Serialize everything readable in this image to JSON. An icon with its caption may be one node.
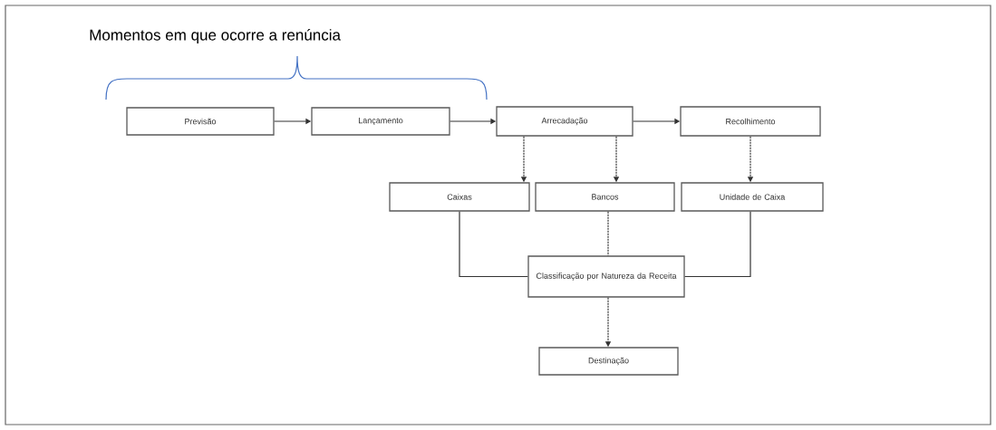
{
  "diagram": {
    "title": "Momentos em que ocorre a renúncia",
    "nodes": [
      {
        "text": [
          "Previsão"
        ]
      },
      {
        "text": [
          "Lançamento"
        ]
      },
      {
        "text": [
          "Arrecadação"
        ]
      },
      {
        "text": [
          "Recolhimento"
        ]
      },
      {
        "text": [
          "Caixas"
        ]
      },
      {
        "text": [
          "Bancos"
        ]
      },
      {
        "text": [
          "Unidade de Caixa"
        ]
      },
      {
        "text": [
          "Classificação por Natureza da Receita"
        ]
      },
      {
        "text": [
          "Destinação"
        ]
      }
    ],
    "edges": [
      {
        "from": 0,
        "to": 1,
        "arrow": "to"
      },
      {
        "from": 1,
        "to": 2,
        "arrow": "to"
      },
      {
        "from": 2,
        "to": 3,
        "arrow": "to"
      },
      {
        "from": 2,
        "to": 4,
        "arrow": "to",
        "style": "dashed"
      },
      {
        "from": 2,
        "to": 5,
        "arrow": "to",
        "style": "dashed"
      },
      {
        "from": 3,
        "to": 6,
        "arrow": "to",
        "style": "dashed"
      },
      {
        "from": 4,
        "to": 7,
        "arrow": "none"
      },
      {
        "from": 5,
        "to": 7,
        "arrow": "none",
        "style": "dashed"
      },
      {
        "from": 6,
        "to": 7,
        "arrow": "none"
      },
      {
        "from": 7,
        "to": 8,
        "arrow": "to",
        "style": "dashed"
      }
    ]
  }
}
